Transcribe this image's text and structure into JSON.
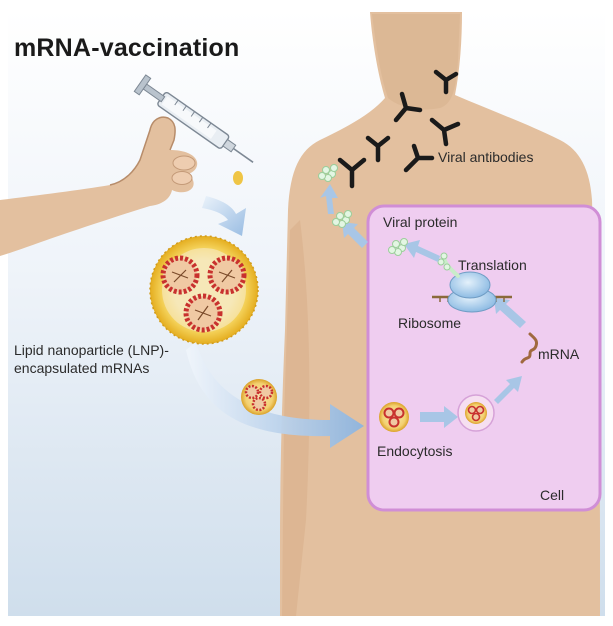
{
  "title": "mRNA-vaccination",
  "labels": {
    "viral_antibodies": "Viral antibodies",
    "viral_protein": "Viral protein",
    "translation": "Translation",
    "ribosome": "Ribosome",
    "mrna": "mRNA",
    "lnp_line1": "Lipid nanoparticle (LNP)-",
    "lnp_line2": "encapsulated mRNAs",
    "endocytosis": "Endocytosis",
    "cell": "Cell"
  },
  "colors": {
    "background_top": "#ffffff",
    "background_bottom": "#d6e4f0",
    "skin": "#e3c09f",
    "skin_shade": "#d2a982",
    "cell_fill": "#efcdf0",
    "cell_border": "#d08ed6",
    "arrow_blue": "#a8c6e6",
    "lnp_shell": "#f1c53d",
    "mrna_red": "#c8312e",
    "antibody": "#1a1a1a",
    "protein_green": "#c9ecc9",
    "ribosome_blue": "#a9cdea"
  }
}
